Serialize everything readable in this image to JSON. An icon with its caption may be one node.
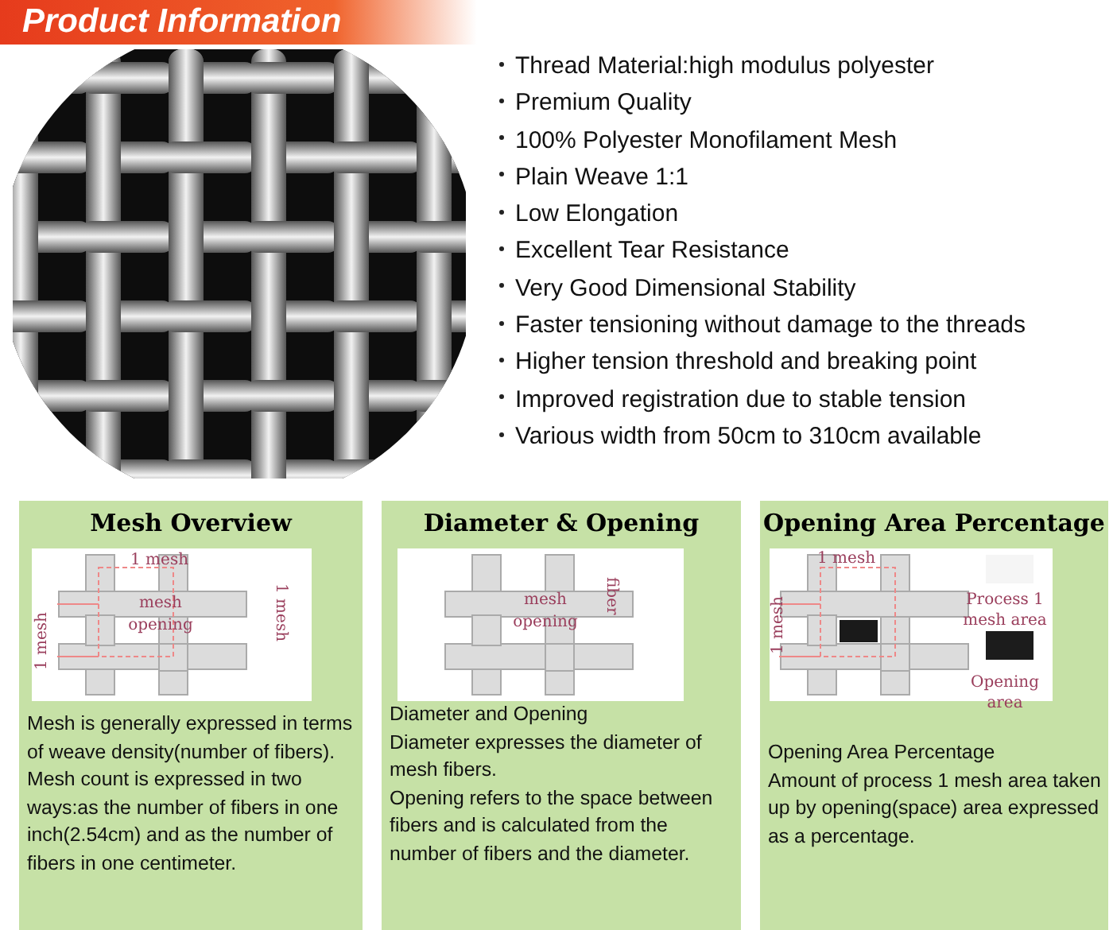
{
  "diagram": {
    "title": "Product Information",
    "nodes": [
      {
        "text": [
          "Mesh Overview",
          "Mesh is generally expressed in terms of weave density(number of fibers). Mesh count is expressed in two ways:as the number of fibers in one inch(2.54cm) and as the number of fibers in one centimeter."
        ]
      },
      {
        "text": [
          "Diameter & Opening",
          "Diameter and Opening",
          "Diameter expresses the diameter of mesh fibers.",
          "Opening refers to the space between fibers and is calculated from the number of fibers and the diameter."
        ]
      },
      {
        "text": [
          "Opening Area Percentage",
          "Opening Area Percentage",
          "Amount of process 1 mesh area taken up by opening(space) area expressed as a percentage."
        ]
      }
    ],
    "labels": [
      "Thread Material:high modulus polyester",
      "Premium Quality",
      "100% Polyester Monofilament Mesh",
      "Plain Weave 1:1",
      "Low Elongation",
      "Excellent Tear Resistance",
      "Very Good Dimensional Stability",
      "Faster tensioning without damage to the threads",
      "Higher tension threshold and breaking point",
      "Improved registration due to stable tension",
      "Various width from 50cm to 310cm available",
      "1 mesh",
      "mesh opening",
      "1 mesh",
      "1 mesh",
      "mesh opening",
      "fiber",
      "1 mesh",
      "1 mesh"
    ],
    "legend": [
      {
        "text": "Process 1 mesh area",
        "color": "#f5f5f5"
      },
      {
        "text": "Opening area",
        "color": "#1c1c1c"
      }
    ]
  }
}
